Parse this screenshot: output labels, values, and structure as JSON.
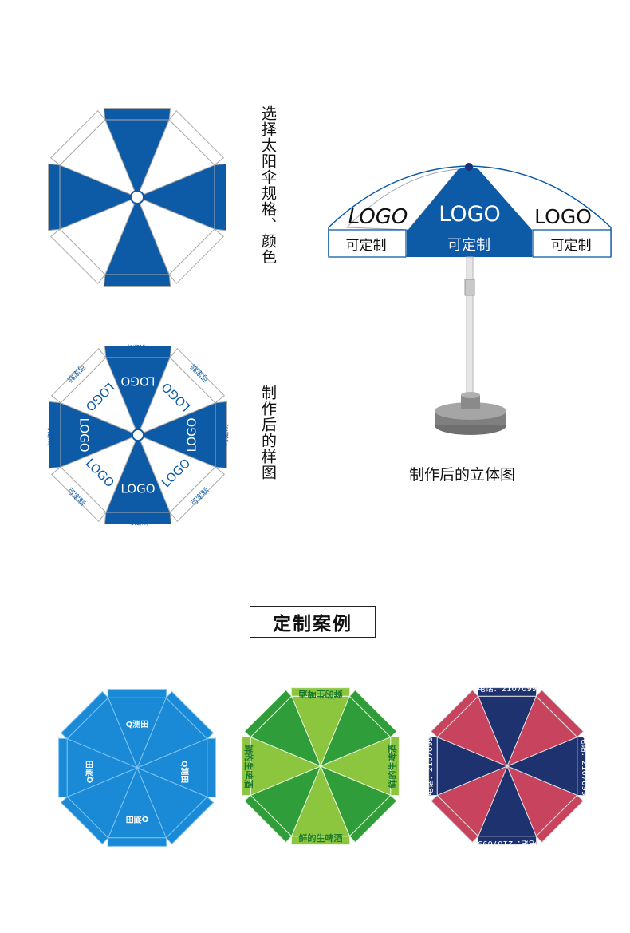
{
  "steps": {
    "step1_label": "选择太阳伞规格、颜色",
    "step2_label": "制作后的样图",
    "three_d_caption": "制作后的立体图"
  },
  "umbrella": {
    "logo_text": "LOGO",
    "custom_text": "可定制",
    "colors": {
      "blue": "#0d5aa7",
      "white": "#ffffff",
      "outline": "#aaaaaa"
    }
  },
  "section": {
    "title": "定制案例"
  },
  "cases": {
    "case1": {
      "brand": "Q测田",
      "colors": {
        "main": "#1a8ad6",
        "text": "#ffffff"
      }
    },
    "case2": {
      "brand": "鲜的生啤酒",
      "colors": {
        "light": "#8cc63f",
        "dark": "#2e9d3a"
      }
    },
    "case3": {
      "phone": "电话：2107099",
      "colors": {
        "navy": "#1e3270",
        "pink": "#c8435e"
      }
    }
  }
}
